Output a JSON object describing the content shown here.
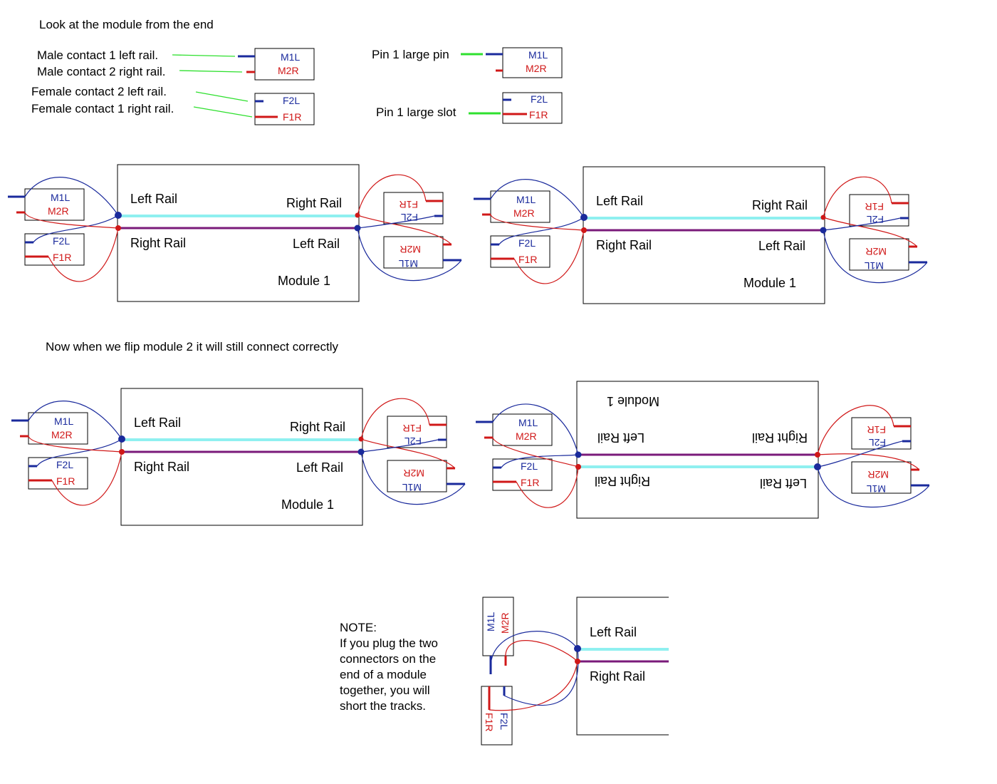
{
  "title": "Look at the module from the end",
  "legend": {
    "male_contact_1": "Male contact 1 left rail.",
    "male_contact_2": "Male contact 2 right rail.",
    "female_contact_2": "Female contact 2 left rail.",
    "female_contact_1": "Female contact 1 right rail.",
    "pin1_large_pin": "Pin 1 large pin",
    "pin1_large_slot": "Pin 1 large slot"
  },
  "connector_labels": {
    "m1l": "M1L",
    "m2r": "M2R",
    "f2l": "F2L",
    "f1r": "F1R"
  },
  "module": {
    "left_rail": "Left Rail",
    "right_rail": "Right Rail",
    "name": "Module 1"
  },
  "flip_caption": "Now when we flip module 2 it will still connect correctly",
  "note": {
    "heading": "NOTE:",
    "lines": [
      "If you plug the two",
      "connectors on the",
      "end of a module",
      "together, you will",
      "short the tracks."
    ]
  },
  "colors": {
    "blue_wire": "#1a2a9c",
    "red_wire": "#d01818",
    "label_line": "#2ee02e",
    "left_rail_track": "#8ff0f0",
    "right_rail_track": "#7a1a7a"
  }
}
